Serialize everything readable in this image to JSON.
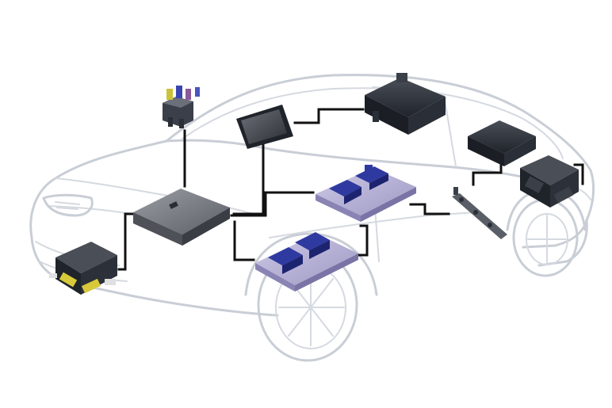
{
  "figure": {
    "subject": "vehicle-electronic-control-units",
    "modules": [
      {
        "id": "fuse-relay-box",
        "icon": "junction-box-icon"
      },
      {
        "id": "gateway-module",
        "icon": "flat-control-unit-icon"
      },
      {
        "id": "sensor-module",
        "icon": "small-sensor-icon"
      },
      {
        "id": "display-unit",
        "icon": "display-icon"
      },
      {
        "id": "lower-ecu",
        "icon": "ecu-connector-icon"
      },
      {
        "id": "upper-ecu",
        "icon": "ecu-connector-icon"
      },
      {
        "id": "roof-control-unit",
        "icon": "control-unit-icon"
      },
      {
        "id": "rear-control-unit",
        "icon": "control-unit-icon"
      },
      {
        "id": "wiring-strip",
        "icon": "wire-harness-icon"
      },
      {
        "id": "rear-corner-module",
        "icon": "power-module-icon"
      }
    ],
    "colors": {
      "car_outline": "#c9ced6",
      "module_dark": "#2a2e36",
      "module_gray": "#7d8088",
      "ecu_plate": "#b9b4d6",
      "ecu_connector": "#2f3aa0",
      "connector_line": "#111111",
      "fuse_accent": "#d8c93a"
    }
  }
}
